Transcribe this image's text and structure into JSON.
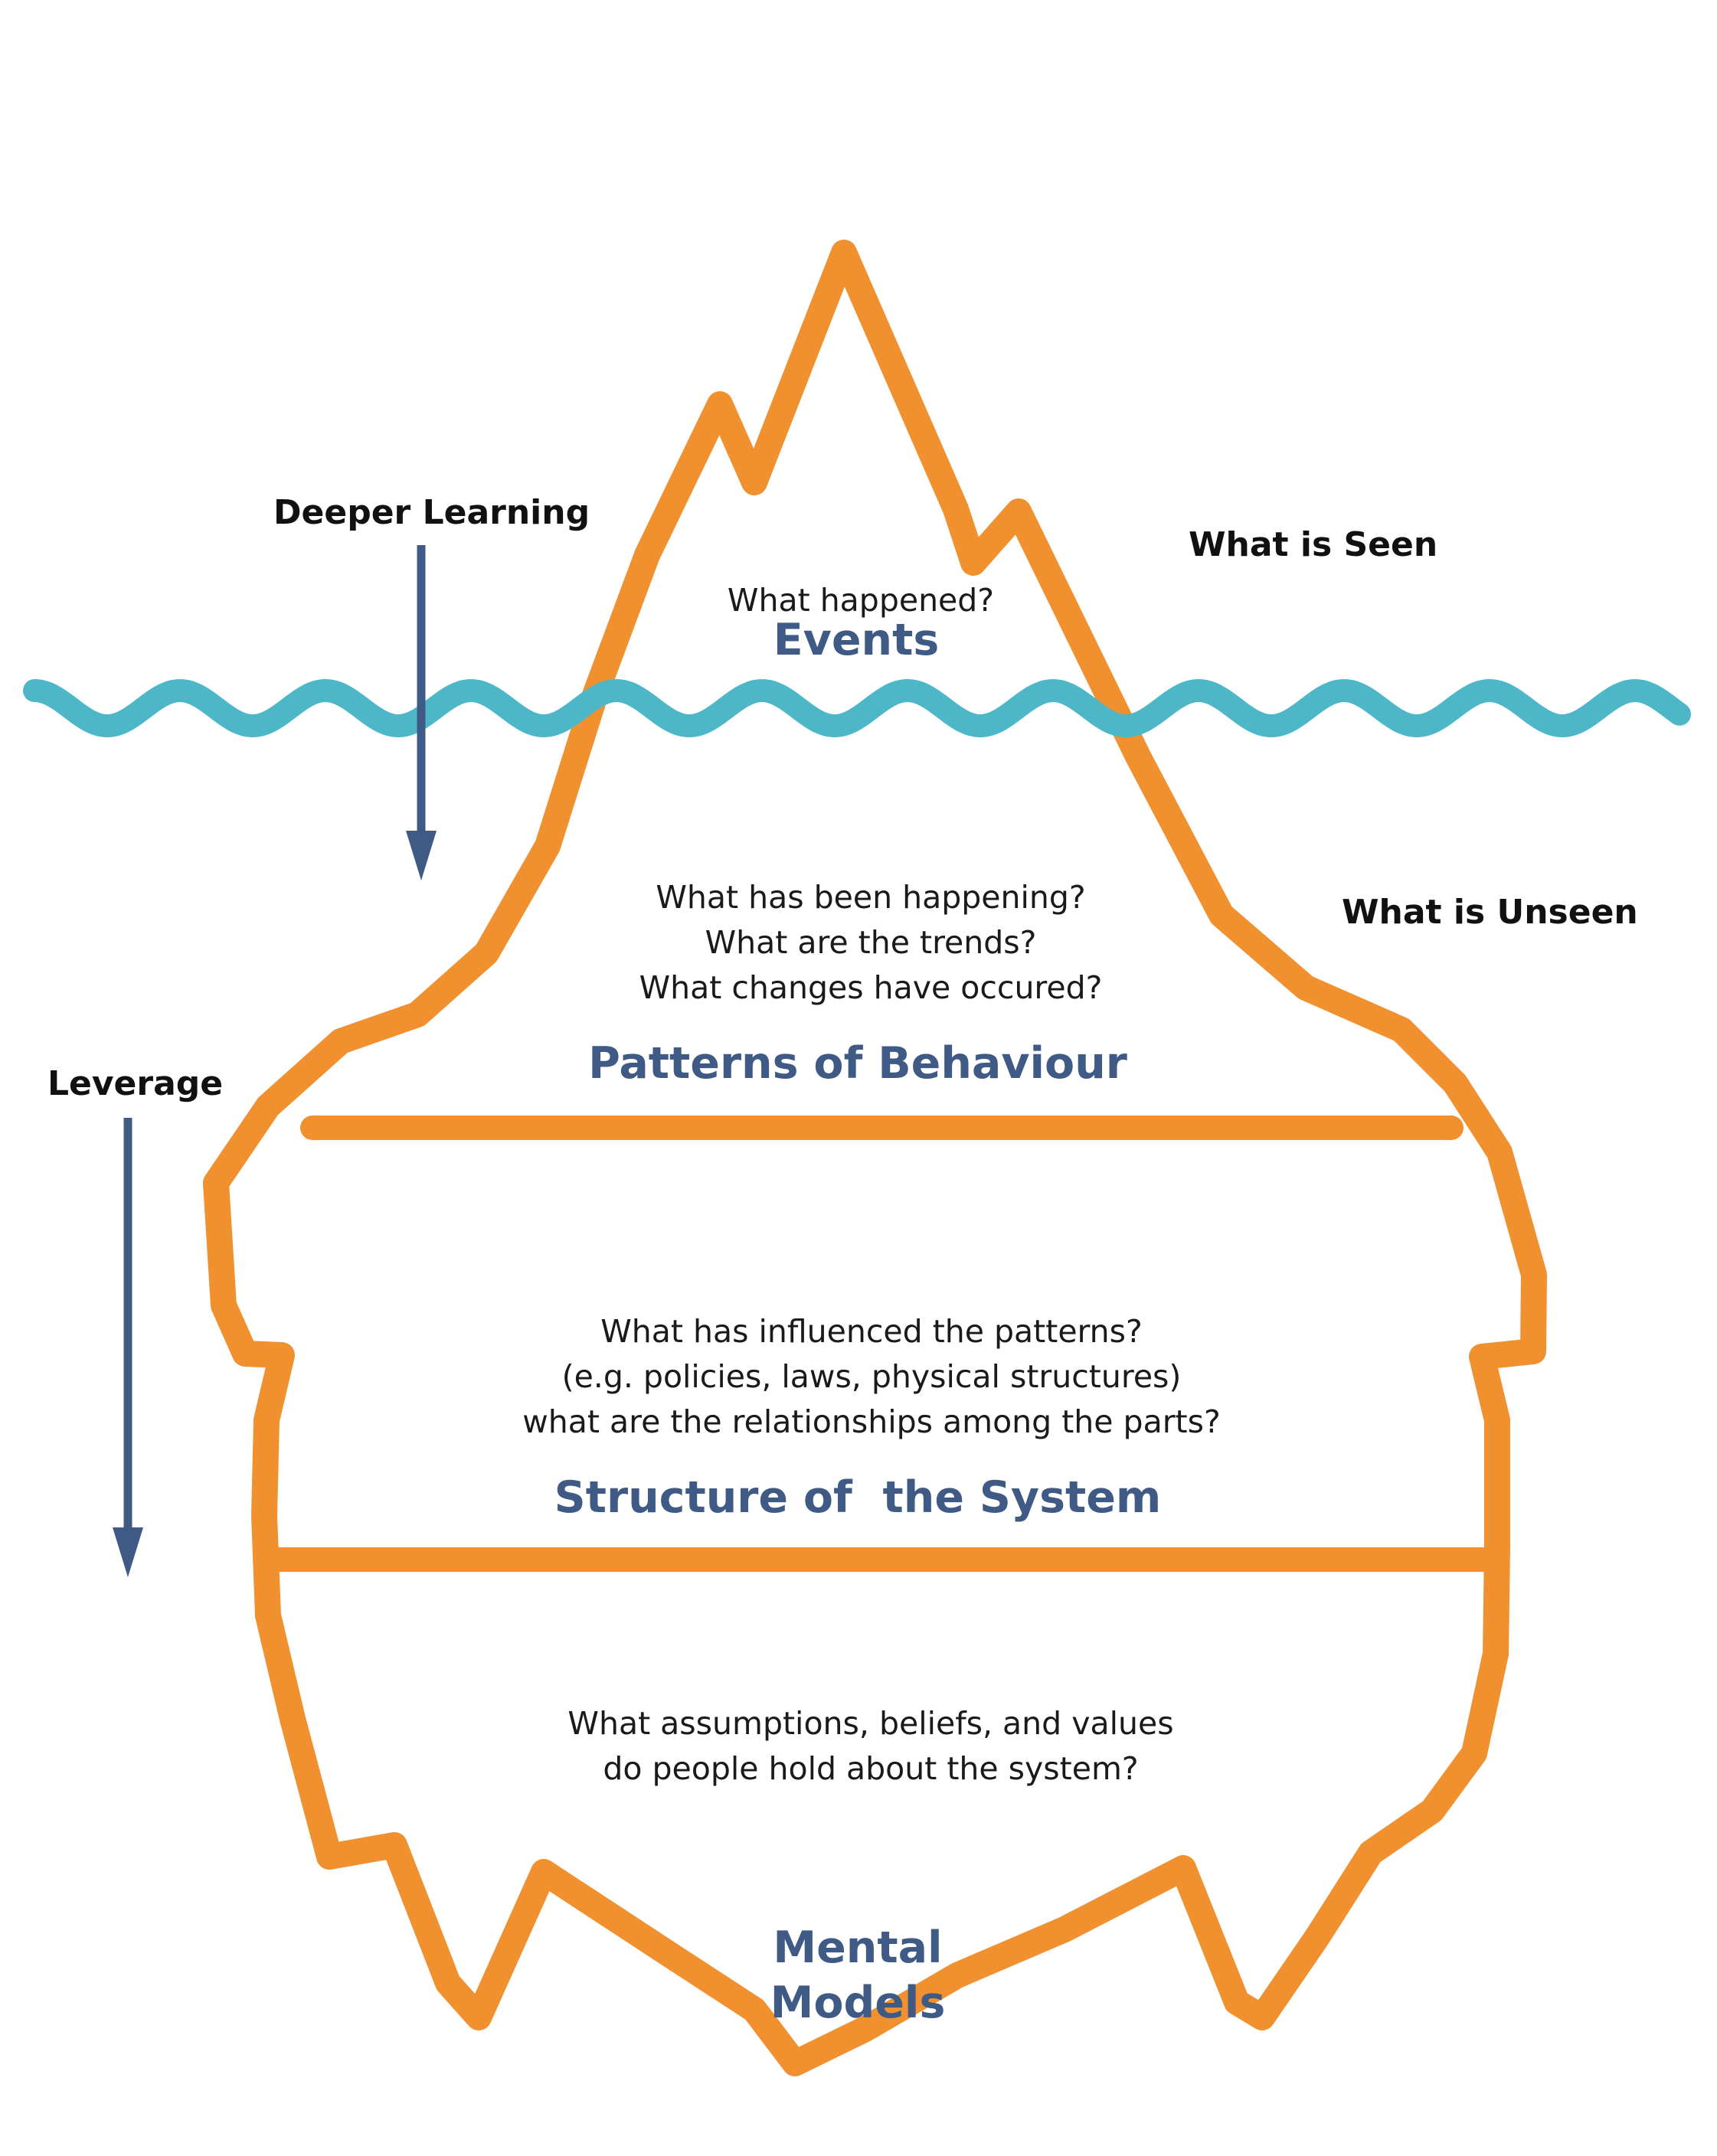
{
  "labels": {
    "deeper_learning": "Deeper Learning",
    "leverage": "Leverage",
    "what_is_seen": "What is Seen",
    "what_is_unseen": "What is Unseen"
  },
  "layers": {
    "events": {
      "questions": [
        "What happened?"
      ],
      "title": "Events"
    },
    "patterns": {
      "questions": [
        "What has been happening?",
        "What are the trends?",
        "What changes have occured?"
      ],
      "title": "Patterns of Behaviour"
    },
    "structure": {
      "questions": [
        "What has influenced the patterns?",
        "(e.g. policies, laws, physical structures)",
        "what are the relationships among the parts?"
      ],
      "title": "Structure of  the System"
    },
    "mental_models": {
      "questions": [
        "What assumptions, beliefs, and values",
        "do people hold about the system?"
      ],
      "title_lines": [
        "Mental",
        "Models"
      ]
    }
  },
  "colors": {
    "iceberg_outline": "#F0902F",
    "water": "#4DB7C8",
    "arrow": "#3F5B85",
    "layer_title": "#3F5B85",
    "text": "#1a1a1a"
  }
}
